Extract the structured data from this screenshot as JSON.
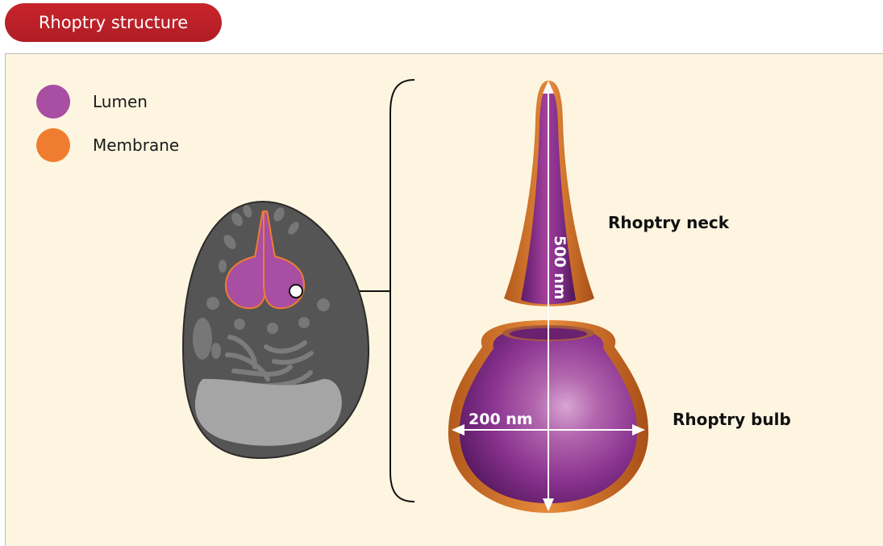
{
  "header": {
    "title": "Rhoptry structure"
  },
  "legend": {
    "items": [
      {
        "label": "Lumen",
        "color": "#a84ea3"
      },
      {
        "label": "Membrane",
        "color": "#f07d2f"
      }
    ]
  },
  "labels": {
    "neck": "Rhoptry neck",
    "bulb": "Rhoptry bulb",
    "length": "500 nm",
    "width": "200 nm"
  },
  "colors": {
    "panel_background": "#fdf5e0",
    "title_pill": "#c0222a",
    "cell_body": "#555555",
    "organelle": "#a5a5a5",
    "lumen": "#9b3f95",
    "membrane": "#e07a2c"
  }
}
